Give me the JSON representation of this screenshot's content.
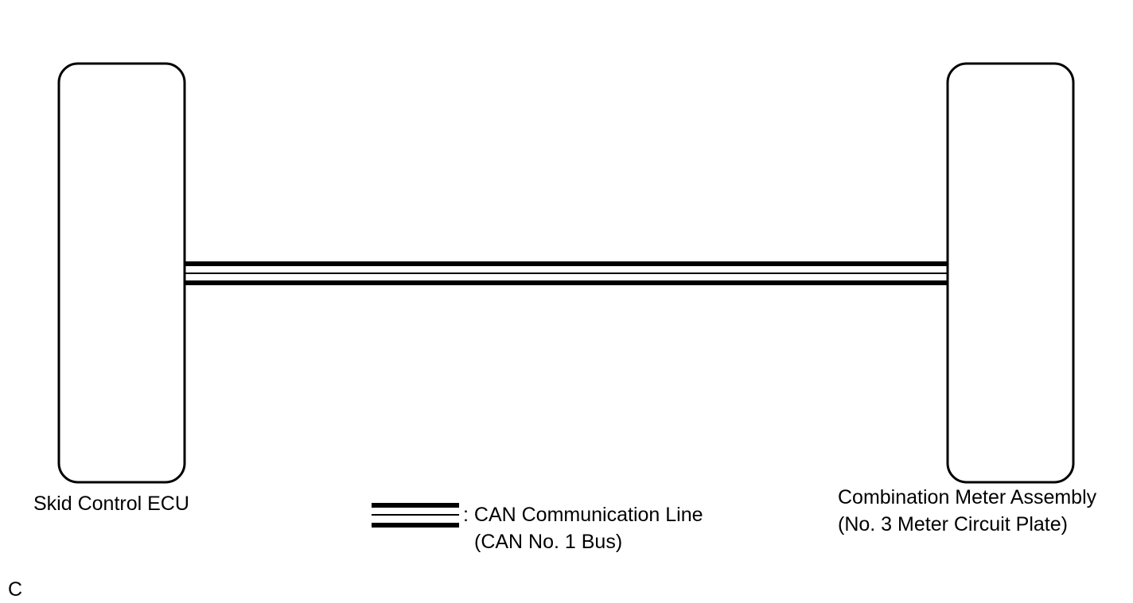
{
  "components": {
    "left_ecu": {
      "label": "Skid Control ECU"
    },
    "right_meter": {
      "label_line1": "Combination Meter Assembly",
      "label_line2": "(No. 3 Meter Circuit Plate)"
    }
  },
  "legend": {
    "line_name": ": CAN Communication Line",
    "line_sub": "(CAN No. 1 Bus)"
  },
  "corner_code": "C",
  "colors": {
    "line": "#000000",
    "background": "#ffffff"
  }
}
